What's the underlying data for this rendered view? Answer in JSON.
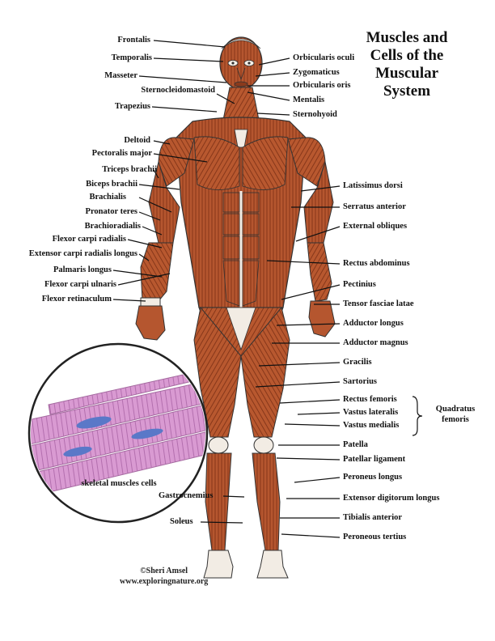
{
  "title_lines": [
    "Muscles and",
    "Cells of the",
    "Muscular",
    "System"
  ],
  "left_labels": [
    "Frontalis",
    "Temporalis",
    "Masseter",
    "Sternocleidomastoid",
    "Trapezius",
    "Deltoid",
    "Pectoralis major",
    "Triceps brachii",
    "Biceps brachii",
    "Brachialis",
    "Pronator teres",
    "Brachioradialis",
    "Flexor carpi radialis",
    "Extensor carpi radialis longus",
    "Palmaris longus",
    "Flexor carpi ulnaris",
    "Flexor retinaculum"
  ],
  "right_labels": [
    "Orbicularis oculi",
    "Zygomaticus",
    "Orbicularis oris",
    "Mentalis",
    "Sternohyoid",
    "Latissimus dorsi",
    "Serratus anterior",
    "External obliques",
    "Rectus abdominus",
    "Pectinius",
    "Tensor fasciae latae",
    "Adductor longus",
    "Adductor magnus",
    "Gracilis",
    "Sartorius",
    "Rectus femoris",
    "Vastus lateralis",
    "Vastus medialis",
    "Patella",
    "Patellar ligament",
    "Peroneus longus",
    "Extensor digitorum longus",
    "Tibialis anterior",
    "Peroneous tertius"
  ],
  "lower_left_labels": [
    "Gastrocnemius",
    "Soleus"
  ],
  "group_label_lines": [
    "Quadratus",
    "femoris"
  ],
  "inset_caption": "skeletal muscles cells",
  "credit_lines": [
    "©Sheri Amsel",
    "www.exploringnature.org"
  ],
  "colors": {
    "muscle": "#b5562f",
    "muscle_dark": "#7a2e14",
    "tendon": "#f2ece4",
    "cell": "#d99ad2",
    "nucleus": "#5a78c8"
  }
}
